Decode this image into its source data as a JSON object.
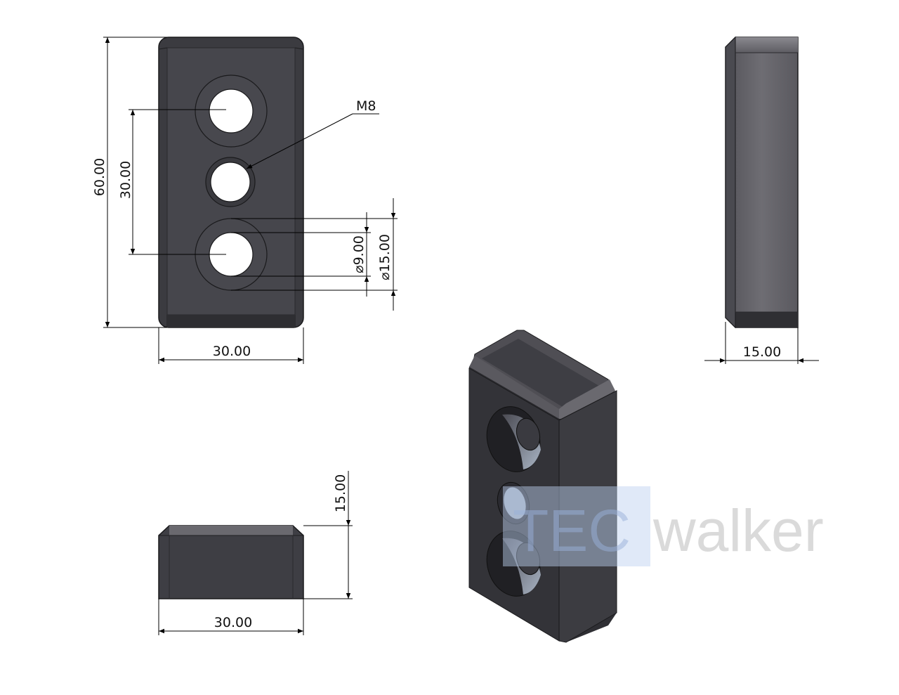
{
  "colors": {
    "body_dark": "#3b3b40",
    "body_mid": "#4a4a50",
    "body_light": "#6b6a70",
    "edge": "#1a1a1c",
    "dimension": "#000000",
    "watermark_blue": "#bcd0ee",
    "watermark_gray": "#c6c6c6",
    "background": "#ffffff"
  },
  "front_view": {
    "overall_height": "60.00",
    "hole_spacing": "30.00",
    "width": "30.00",
    "thread_callout": "M8",
    "hole_diameter": "9.00",
    "counterbore_diameter": "15.00",
    "diameter_symbol": "⌀"
  },
  "side_view": {
    "thickness": "15.00"
  },
  "bottom_view": {
    "height": "15.00",
    "width": "30.00"
  },
  "watermark": {
    "part_a": "TEC",
    "part_b": "walker"
  }
}
